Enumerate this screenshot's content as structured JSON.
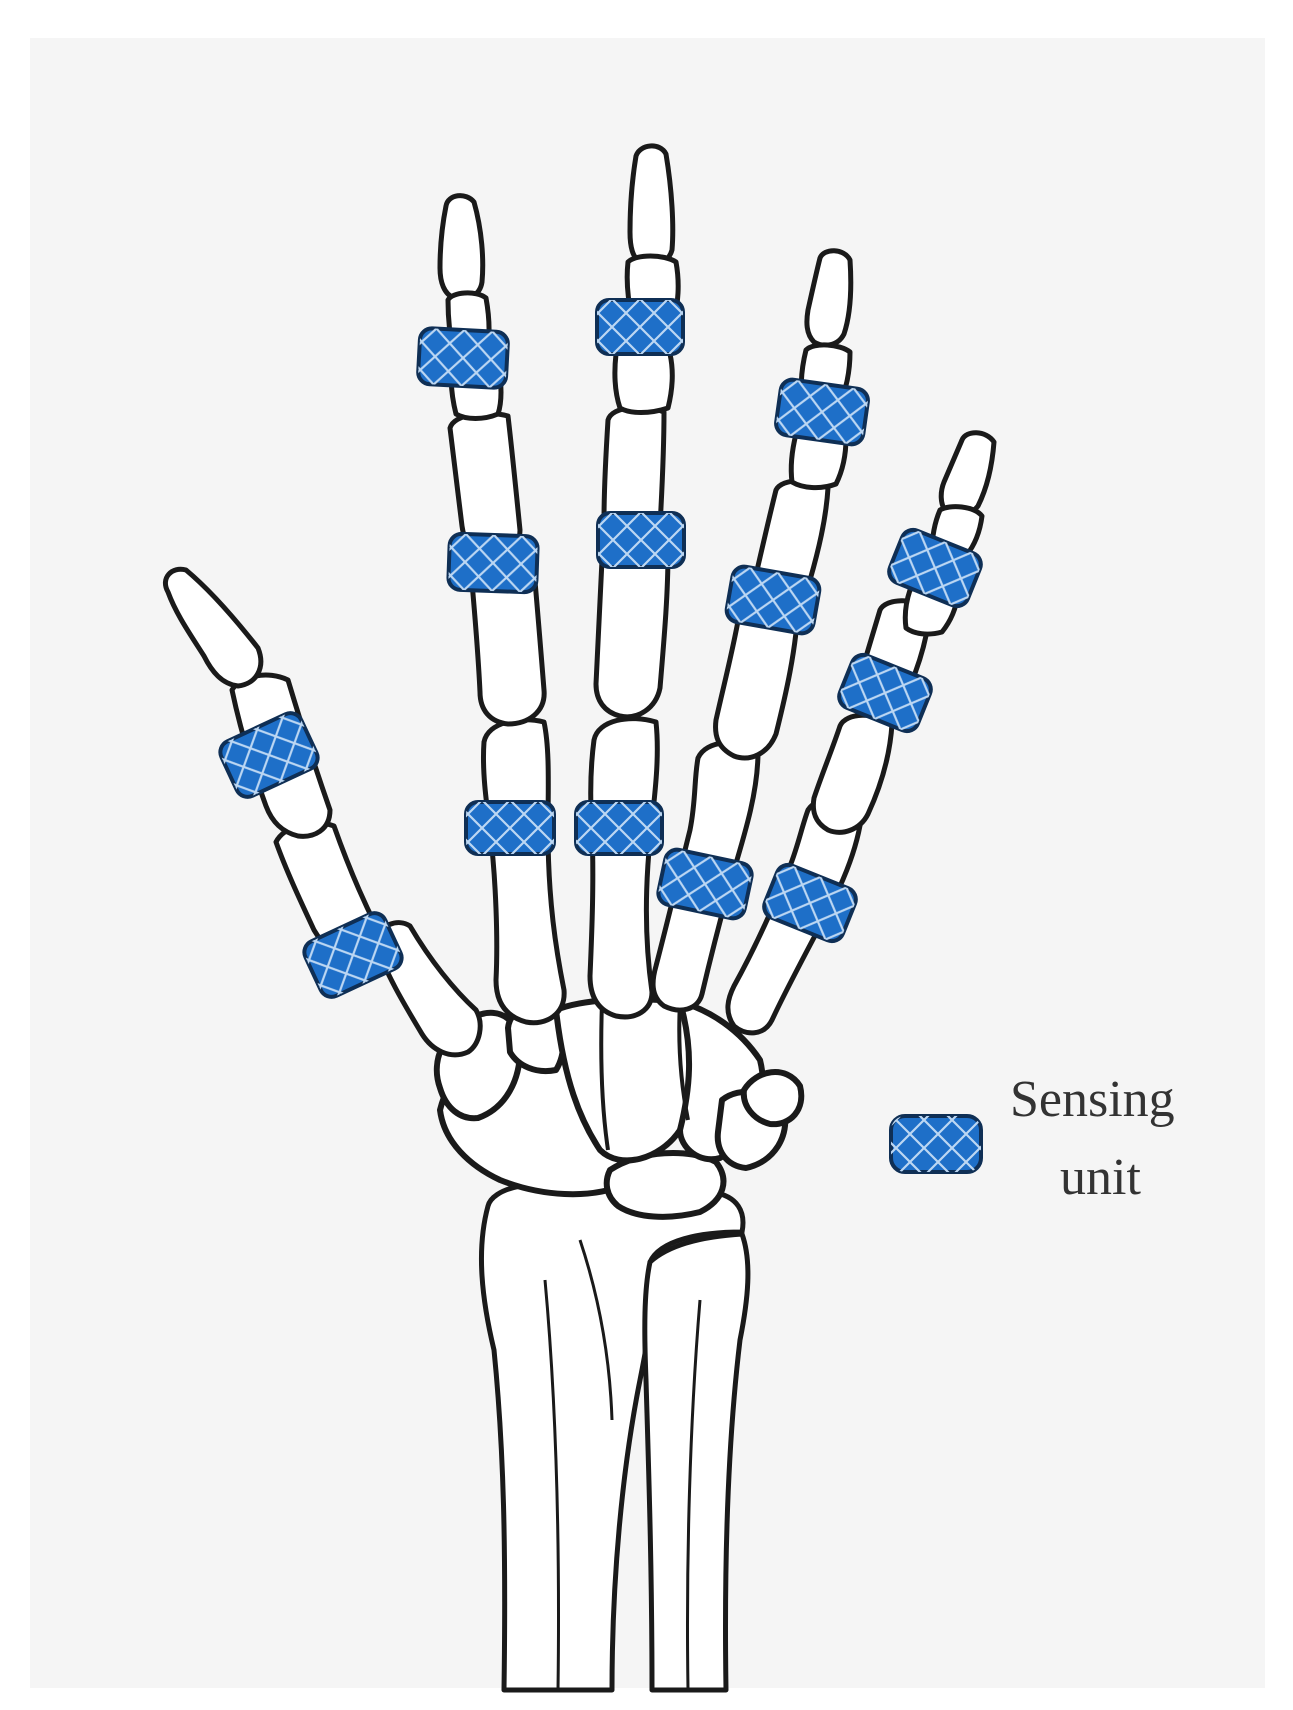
{
  "colors": {
    "background": "#ffffff",
    "panel": "#f5f5f5",
    "bone_fill": "#ffffff",
    "bone_stroke": "#1a1a1a",
    "sensor_fill": "#1e6fc8",
    "sensor_stroke": "#0f2f55",
    "sensor_hatch": "#bcd7f3"
  },
  "legend": {
    "icon": "sensing-unit-icon",
    "line1": "Sensing",
    "line2": "unit"
  },
  "sensors": {
    "count": 14,
    "thumb": 2,
    "index": 3,
    "middle": 3,
    "ring": 3,
    "little": 3
  }
}
